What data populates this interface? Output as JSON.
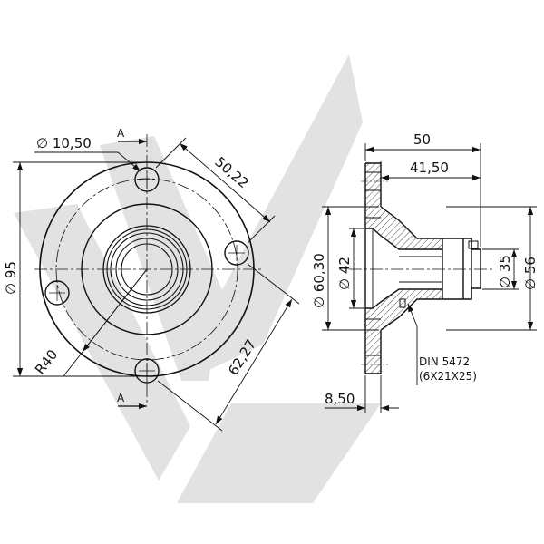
{
  "watermark": {
    "color": "#e2e2e2"
  },
  "front_view": {
    "bolt_hole_diameter": "∅ 10,50",
    "hole_spacing": "50,22",
    "outer_diameter": "∅ 95",
    "bolt_circle_radius": "R40",
    "diagonal_hole_spacing": "62,27",
    "section_marker_top": "A",
    "section_marker_bottom": "A"
  },
  "side_view": {
    "overall_length": "50",
    "shaft_length": "41,50",
    "flange_thickness": "8,50",
    "pilot_diameter": "∅ 60,30",
    "hub_diameter": "∅ 42",
    "spline_diameter": "∅ 35",
    "collar_diameter": "∅ 56",
    "spline_standard": "DIN 5472",
    "spline_spec": "(6X21X25)"
  }
}
